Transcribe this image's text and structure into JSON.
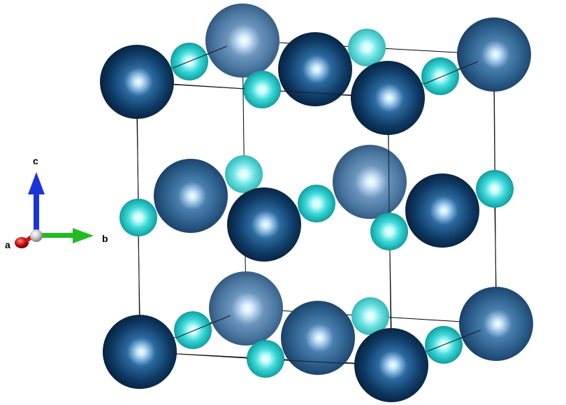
{
  "axes": {
    "a_label": "a",
    "b_label": "b",
    "c_label": "c",
    "a_color": "#cc1111",
    "b_color": "#22bb22",
    "c_color": "#1a33dd",
    "origin_color": "#c8c8c8"
  },
  "colors": {
    "large_atom_dark": "#0b2a4a",
    "large_atom_light": "#2a5a80",
    "small_atom": "#22c8c8",
    "cell_edges": "#000000",
    "background": "#ffffff"
  },
  "legend": {
    "icon_names": [
      "axis-triad-icon"
    ]
  }
}
